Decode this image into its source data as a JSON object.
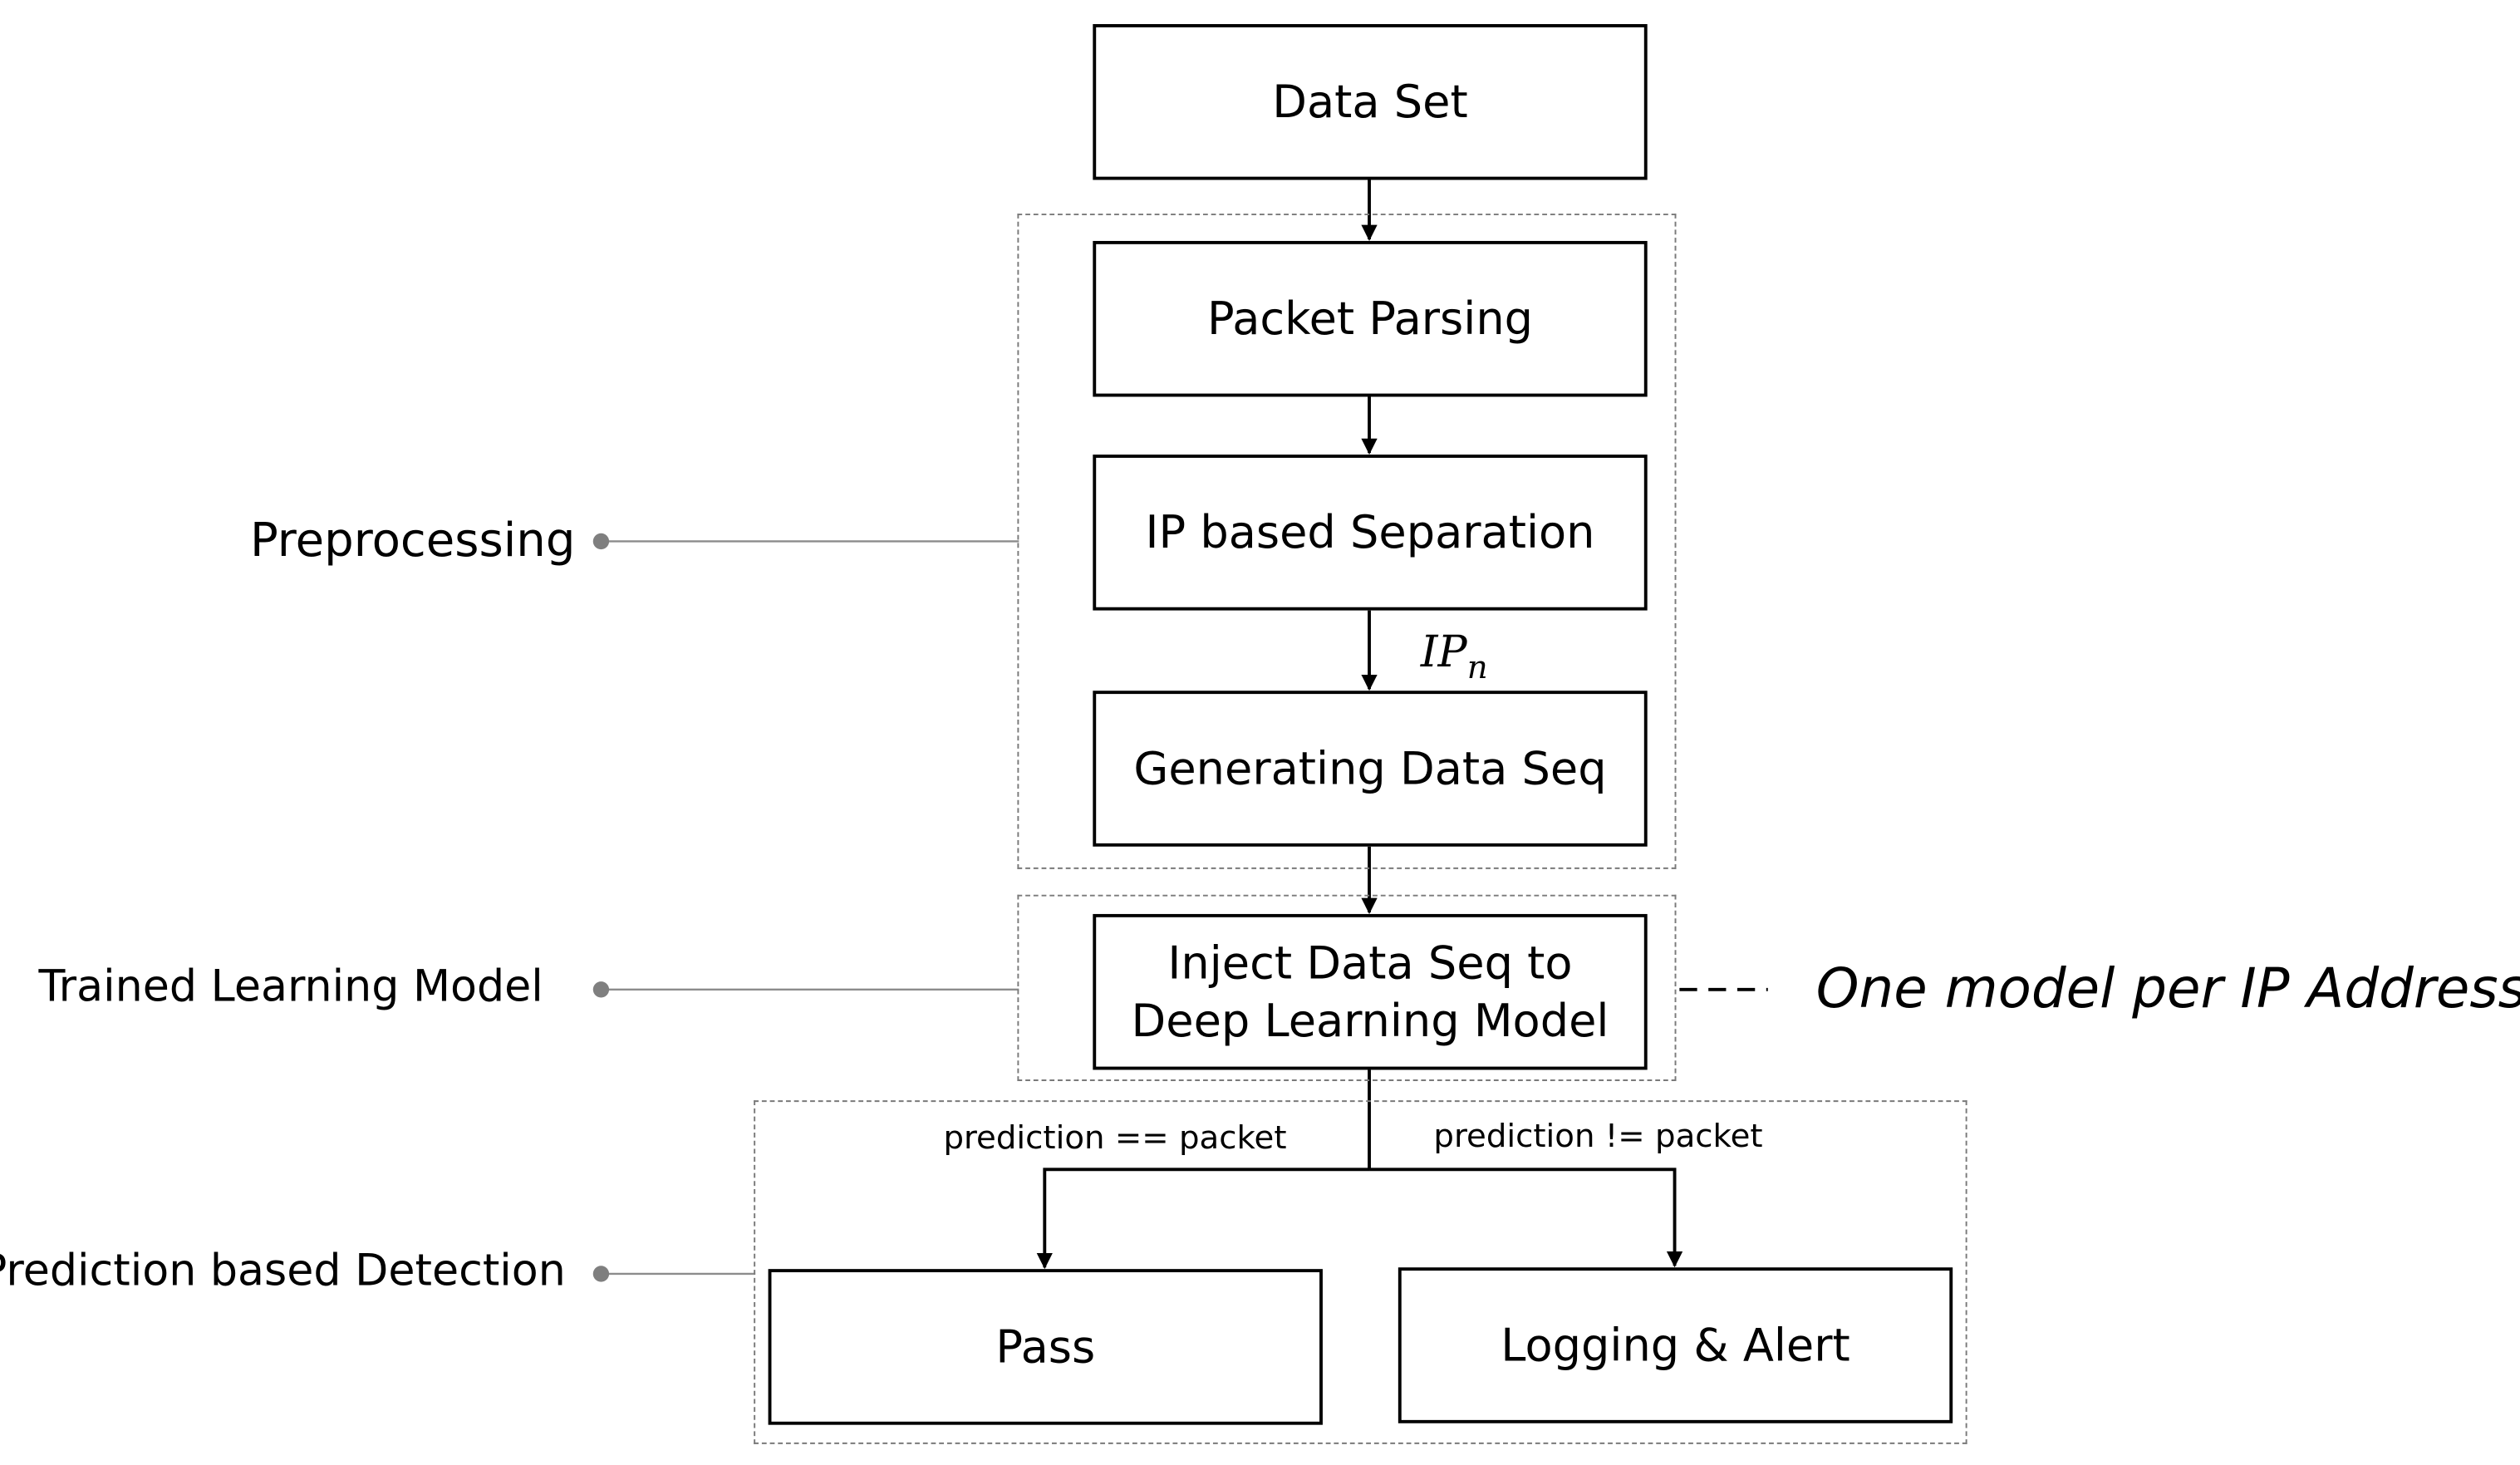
{
  "nodes": {
    "data_set": "Data Set",
    "packet_parsing": "Packet Parsing",
    "ip_separation": "IP based Separation",
    "generating_seq": "Generating Data Seq",
    "inject_model": "Inject Data Seq to\nDeep Learning Model",
    "pass": "Pass",
    "logging_alert": "Logging & Alert"
  },
  "groups": {
    "preprocessing": "Preprocessing",
    "trained_model": "Trained Learning Model",
    "prediction_detection": "Prediction based Detection"
  },
  "edge_labels": {
    "ip_base": "IP",
    "ip_subscript": "n",
    "match": "prediction == packet",
    "mismatch": "prediction != packet"
  },
  "annotations": {
    "one_model_per_ip": "One model per IP Address"
  },
  "colors": {
    "box_border": "#000000",
    "group_border": "#7a7a7a",
    "leader_line": "#8c8c8c",
    "dot": "#7f7f7f"
  }
}
